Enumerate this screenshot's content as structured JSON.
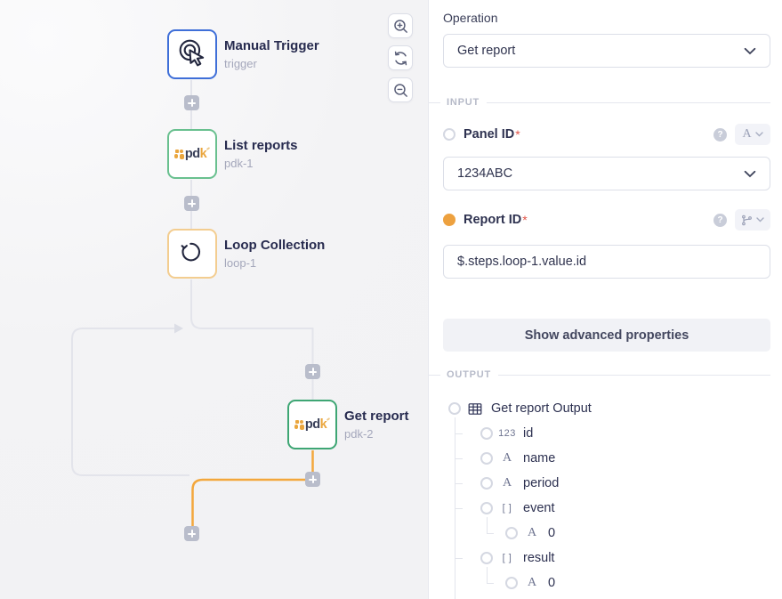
{
  "canvas": {
    "zoom_controls": [
      {
        "name": "zoom-in"
      },
      {
        "name": "reset-zoom"
      },
      {
        "name": "zoom-out"
      }
    ],
    "pdk_logo": {
      "dark": "pd",
      "accent": "k"
    },
    "nodes": [
      {
        "title": "Manual Trigger",
        "subtitle": "trigger",
        "icon": "manual-trigger",
        "border": "#3f6fd8"
      },
      {
        "title": "List reports",
        "subtitle": "pdk-1",
        "icon": "pdk",
        "border": "#69c08f"
      },
      {
        "title": "Loop Collection",
        "subtitle": "loop-1",
        "icon": "loop",
        "border": "#f3cd90"
      },
      {
        "title": "Get report",
        "subtitle": "pdk-2",
        "icon": "pdk",
        "border": "#3ea674"
      }
    ],
    "edge_colors": {
      "default": "#e3e4eb",
      "active": "#f3a73c"
    }
  },
  "panel": {
    "operation": {
      "label": "Operation",
      "value": "Get report"
    },
    "sections": {
      "input": "INPUT",
      "output": "OUTPUT"
    },
    "fields": [
      {
        "label": "Panel ID",
        "required": "*",
        "value": "1234ABC",
        "type_icon": "text-type-icon"
      },
      {
        "label": "Report ID",
        "required": "*",
        "value": "$.steps.loop-1.value.id",
        "type_icon": "jsonpath-branch-icon"
      }
    ],
    "help_glyph": "?",
    "advanced_button": "Show advanced properties",
    "type_glyphs": {
      "number": "123",
      "string": "A",
      "array": "[ ]"
    },
    "output_tree": [
      {
        "label": "Get report Output",
        "type": "object",
        "depth": 0
      },
      {
        "label": "id",
        "type": "number",
        "depth": 1
      },
      {
        "label": "name",
        "type": "string",
        "depth": 1
      },
      {
        "label": "period",
        "type": "string",
        "depth": 1
      },
      {
        "label": "event",
        "type": "array",
        "depth": 1
      },
      {
        "label": "0",
        "type": "string",
        "depth": 2
      },
      {
        "label": "result",
        "type": "array",
        "depth": 1
      },
      {
        "label": "0",
        "type": "string",
        "depth": 2
      }
    ]
  }
}
